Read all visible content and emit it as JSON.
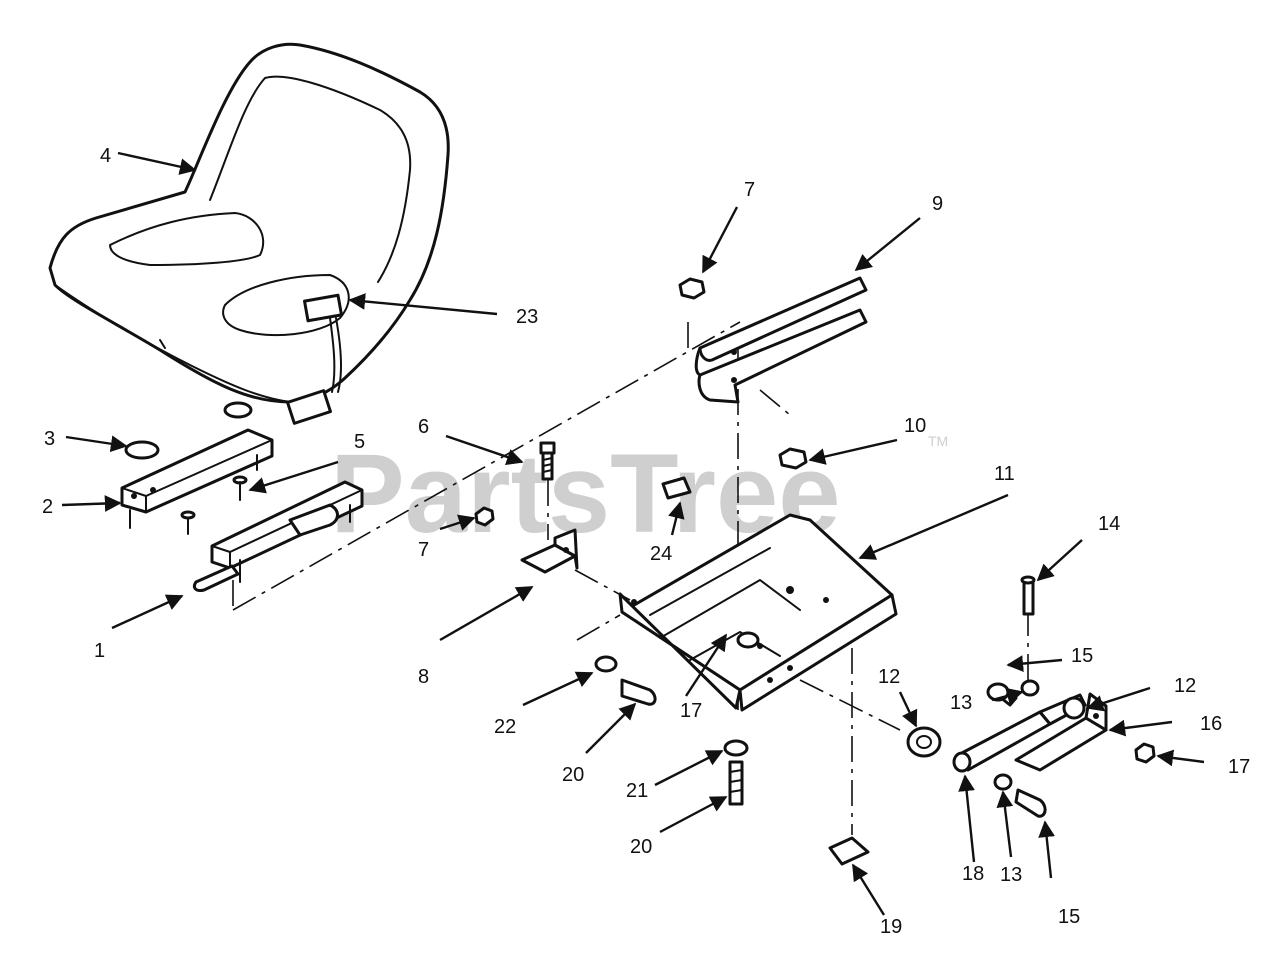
{
  "watermark": {
    "text": "PartsTree",
    "trademark": "TM"
  },
  "callouts": [
    {
      "id": "c1",
      "label": "1"
    },
    {
      "id": "c2",
      "label": "2"
    },
    {
      "id": "c3",
      "label": "3"
    },
    {
      "id": "c4",
      "label": "4"
    },
    {
      "id": "c5",
      "label": "5"
    },
    {
      "id": "c6",
      "label": "6"
    },
    {
      "id": "c7a",
      "label": "7"
    },
    {
      "id": "c7b",
      "label": "7"
    },
    {
      "id": "c8",
      "label": "8"
    },
    {
      "id": "c9",
      "label": "9"
    },
    {
      "id": "c10",
      "label": "10"
    },
    {
      "id": "c11",
      "label": "11"
    },
    {
      "id": "c12a",
      "label": "12"
    },
    {
      "id": "c12b",
      "label": "12"
    },
    {
      "id": "c13a",
      "label": "13"
    },
    {
      "id": "c13b",
      "label": "13"
    },
    {
      "id": "c14",
      "label": "14"
    },
    {
      "id": "c15a",
      "label": "15"
    },
    {
      "id": "c15b",
      "label": "15"
    },
    {
      "id": "c16",
      "label": "16"
    },
    {
      "id": "c17a",
      "label": "17"
    },
    {
      "id": "c17b",
      "label": "17"
    },
    {
      "id": "c18",
      "label": "18"
    },
    {
      "id": "c19",
      "label": "19"
    },
    {
      "id": "c20a",
      "label": "20"
    },
    {
      "id": "c20b",
      "label": "20"
    },
    {
      "id": "c21",
      "label": "21"
    },
    {
      "id": "c22",
      "label": "22"
    },
    {
      "id": "c23",
      "label": "23"
    },
    {
      "id": "c24",
      "label": "24"
    }
  ]
}
